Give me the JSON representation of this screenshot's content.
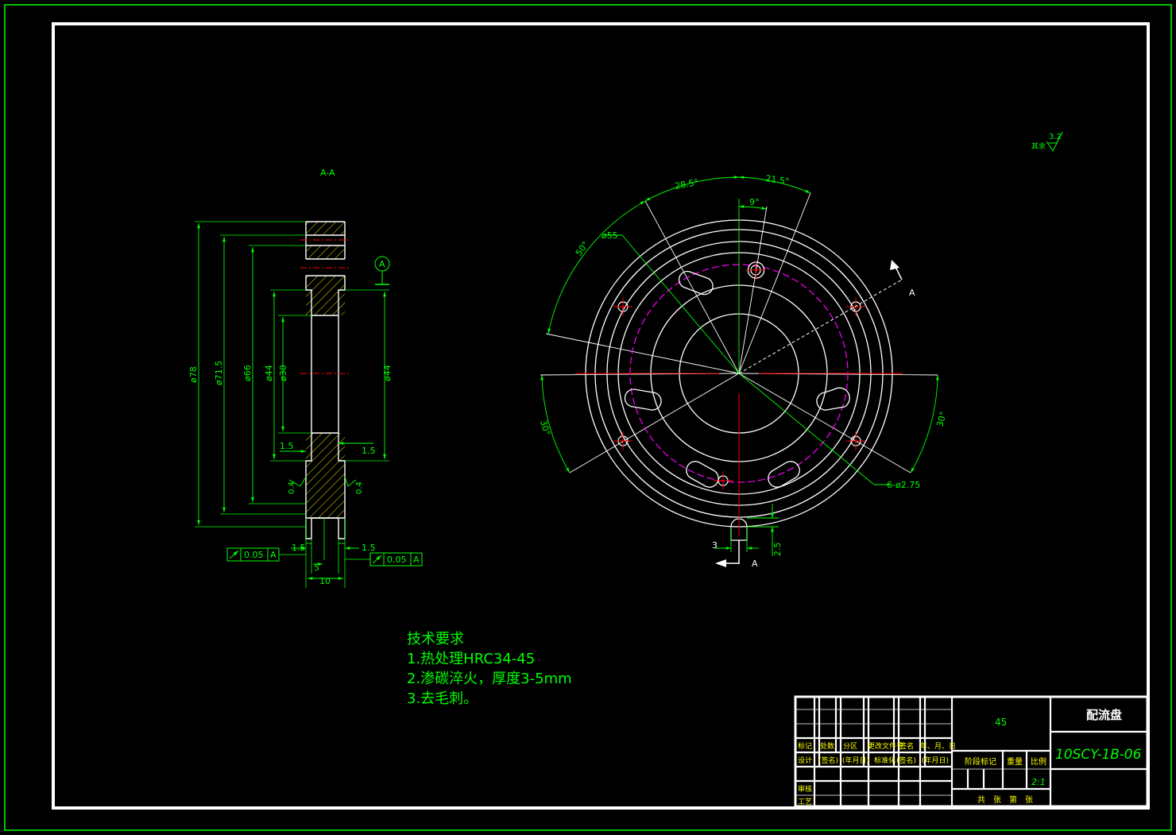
{
  "section_label": "A-A",
  "datum_label": "A",
  "section_arrow_label": "A",
  "section_arrow_label_bottom": "A",
  "roughness": {
    "prefix": "其余",
    "value": "3.2"
  },
  "dims_left": {
    "d78": "ø78",
    "d715": "ø71.5",
    "d66": "ø66",
    "d44": "ø44",
    "d30": "ø30",
    "d44r": "ø44",
    "t15a": "1.5",
    "t15b": "1.5",
    "r04a": "0.4",
    "r04b": "0.4",
    "b15a": "1.5",
    "b15b": "1.5",
    "b5": "5",
    "b10": "10",
    "tol1_value": "0.05",
    "tol1_datum": "A",
    "tol2_value": "0.05",
    "tol2_datum": "A"
  },
  "dims_right": {
    "a285": "28.5°",
    "a215": "21.5°",
    "a9": "9°",
    "d55": "ø55",
    "a50": "50°",
    "a30l": "30°",
    "a30r": "30°",
    "holes": "6-ø2.75",
    "w3": "3",
    "h25": "2.5"
  },
  "tech_requirements": {
    "title": "技术要求",
    "items": [
      "1.热处理HRC34-45",
      "2.渗碳淬火，厚度3-5mm",
      "3.去毛刺。"
    ]
  },
  "title_block": {
    "material": "45",
    "part_name": "配流盘",
    "drawing_no": "10SCY-1B-06",
    "scale": "2:1",
    "h_mark": "标记",
    "h_count": "处数",
    "h_zone": "分区",
    "h_docno": "更改文件号",
    "h_sign": "签名",
    "h_ymd": "年、月、日",
    "h_design": "设计",
    "h_sign2": "(签名)",
    "h_date2": "(年月日)",
    "h_std": "标准化",
    "h_sign3": "(签名)",
    "h_date3": "(年月日)",
    "h_stage": "阶段标记",
    "h_weight": "重量",
    "h_ratio": "比例",
    "h_review": "审核",
    "h_process": "工艺",
    "h_sheets": "共　张　第　张"
  },
  "colors": {
    "frame": "#00ff00",
    "outline": "#ffffff",
    "center": "#ff0000",
    "pitch": "#ff00ff",
    "hatch": "#ffff00",
    "dim": "#00ff00"
  }
}
